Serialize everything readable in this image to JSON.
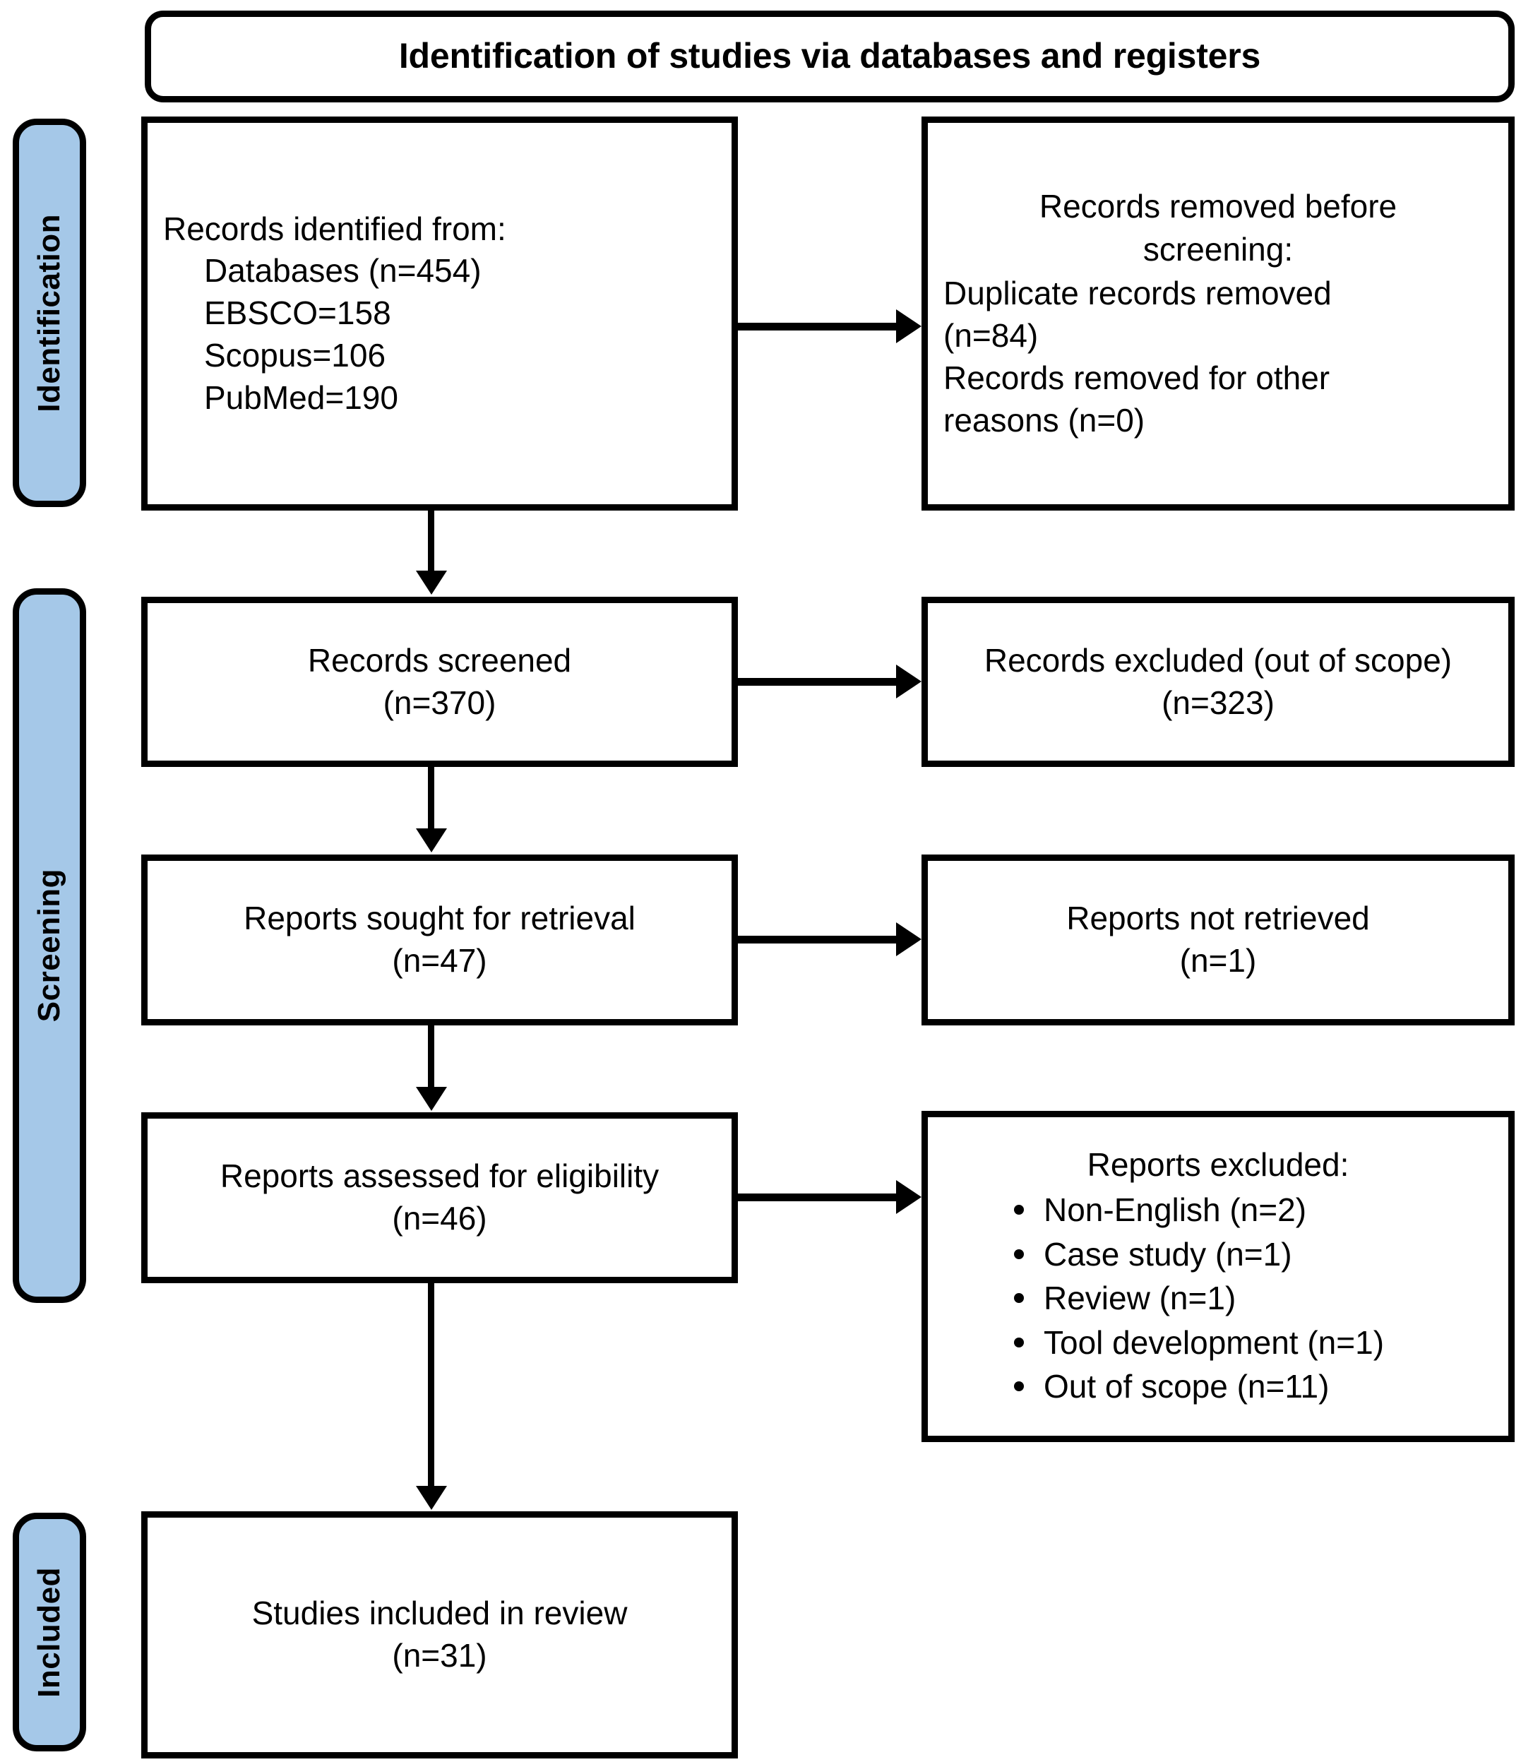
{
  "diagram": {
    "header": {
      "title": "Identification of studies via databases and registers"
    },
    "stages": [
      {
        "key": "identification",
        "label": "Identification"
      },
      {
        "key": "screening",
        "label": "Screening"
      },
      {
        "key": "included",
        "label": "Included"
      }
    ],
    "boxes": {
      "records_identified": {
        "title": "Records identified from:",
        "lines": [
          "Databases (n=454)",
          "EBSCO=158",
          "Scopus=106",
          "PubMed=190"
        ]
      },
      "records_removed": {
        "heading_line1": "Records removed before",
        "heading_line2": "screening:",
        "lines": [
          "Duplicate records removed",
          "(n=84)",
          "Records removed for other",
          "reasons (n=0)"
        ]
      },
      "records_screened": {
        "line1": "Records screened",
        "line2": "(n=370)"
      },
      "records_excluded": {
        "line1": "Records excluded (out of scope)",
        "line2": "(n=323)"
      },
      "reports_sought": {
        "line1": "Reports sought for retrieval",
        "line2": "(n=47)"
      },
      "reports_not_retrieved": {
        "line1": "Reports not retrieved",
        "line2": "(n=1)"
      },
      "reports_assessed": {
        "line1": "Reports assessed for eligibility",
        "line2": "(n=46)"
      },
      "reports_excluded": {
        "heading": "Reports excluded:",
        "items": [
          "Non-English (n=2)",
          "Case study (n=1)",
          "Review (n=1)",
          "Tool development (n=1)",
          "Out of scope (n=11)"
        ]
      },
      "studies_included": {
        "line1": "Studies included in review",
        "line2": "(n=31)"
      }
    },
    "colors": {
      "stage_tab_fill": "#A5C8E8",
      "border": "#000000",
      "box_fill": "#FFFFFF"
    }
  }
}
